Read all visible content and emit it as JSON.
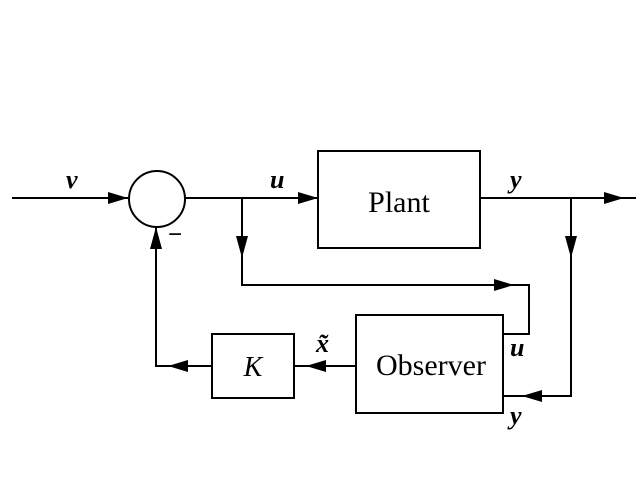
{
  "diagram": {
    "type": "block-diagram",
    "blocks": {
      "plant": "Plant",
      "observer": "Observer",
      "gain": "K"
    },
    "signals": {
      "reference": "v",
      "control": "u",
      "output": "y",
      "estimate": "x̃",
      "observer_input_u": "u",
      "observer_input_y": "y"
    },
    "summing_junction": {
      "feedback_sign": "−"
    },
    "colors": {
      "line": "#000000",
      "background": "#ffffff"
    }
  }
}
